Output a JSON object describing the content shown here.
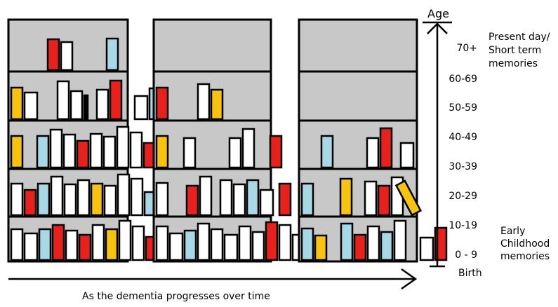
{
  "axis": {
    "title": "Age",
    "ticks": [
      "70+",
      "60-69",
      "50-59",
      "40-49",
      "30-39",
      "20-29",
      "10-19",
      "0 - 9"
    ],
    "bottom_label": "Birth",
    "top_note": [
      "Present day/",
      "Short term",
      "memories"
    ],
    "bottom_note": [
      "Early",
      "Childhood",
      "memories"
    ]
  },
  "caption": "As the dementia progresses over time",
  "colors": {
    "shelf": "#c8c8c8",
    "white": "#ffffff",
    "red": "#e8211d",
    "yellow": "#f7c30f",
    "blue": "#a7d8e6",
    "outline": "#000000"
  },
  "bookcases": [
    {
      "name": "early-stage",
      "shelves": [
        [
          "r-gap52-h44",
          "w-h40",
          "gap46",
          "b-h45"
        ],
        [
          "y-h45",
          "w-h38",
          "gap26",
          "w-h54",
          "w-h40",
          "k-h34",
          "gap10",
          "w-h42",
          "r-h55",
          "gap16",
          "w-h33",
          "b-h44"
        ],
        [
          "y-h45",
          "gap18",
          "b-h45",
          "w-h54",
          "w-h47",
          "r-h38",
          "w-h48",
          "w-h44",
          "w-h58",
          "w-h50",
          "r-h35",
          "w-h34",
          "w-h46"
        ],
        [
          "w-h45",
          "r-h36",
          "b-h45",
          "w-h55",
          "w-h44",
          "w-h50",
          "y-h45",
          "w-h42",
          "w-h58",
          "w-h52",
          "b-h33",
          "w-h28",
          "r-h45"
        ],
        [
          "w-h44",
          "w-h38",
          "b-h44",
          "r-h50",
          "w-h42",
          "r-h36",
          "w-h50",
          "y-h44",
          "w-h56",
          "w-h48",
          "r-h33",
          "w-h30",
          "w-h46"
        ]
      ]
    },
    {
      "name": "middle-stage",
      "shelves": [
        [],
        [
          "r-h45",
          "gap40",
          "w-h50",
          "y-h42"
        ],
        [
          "y-h45",
          "gap20",
          "w-h42",
          "gap46",
          "w-h42",
          "w-h55",
          "gap20",
          "r-h45"
        ],
        [
          "w-h46",
          "gap24",
          "r-h42",
          "w-h55",
          "gap10",
          "w-h50",
          "w-h44",
          "b-h50",
          "w-h36",
          "gap6",
          "r-h45"
        ],
        [
          "w-h48",
          "w-h38",
          "b-h42",
          "w-h52",
          "w-h44",
          "w-h36",
          "w-h48",
          "w-h40",
          "r-h54",
          "w-h50",
          "w-h36",
          "r-h45"
        ]
      ]
    },
    {
      "name": "late-stage",
      "shelves": [
        [],
        [],
        [
          "gap28",
          "b-h45",
          "gap46",
          "w-h42",
          "r-h56",
          "gap10",
          "w-h35"
        ],
        [
          "b-h45",
          "gap36",
          "y-h52",
          "gap16",
          "w-h48",
          "r-h42",
          "w-h54",
          "tilt-y"
        ],
        [
          "b-h45",
          "y-h35",
          "gap18",
          "b-h52",
          "r-h36",
          "w-h48",
          "b-h40",
          "w-h56",
          "gap18",
          "w-h32",
          "r-h46"
        ]
      ]
    }
  ]
}
